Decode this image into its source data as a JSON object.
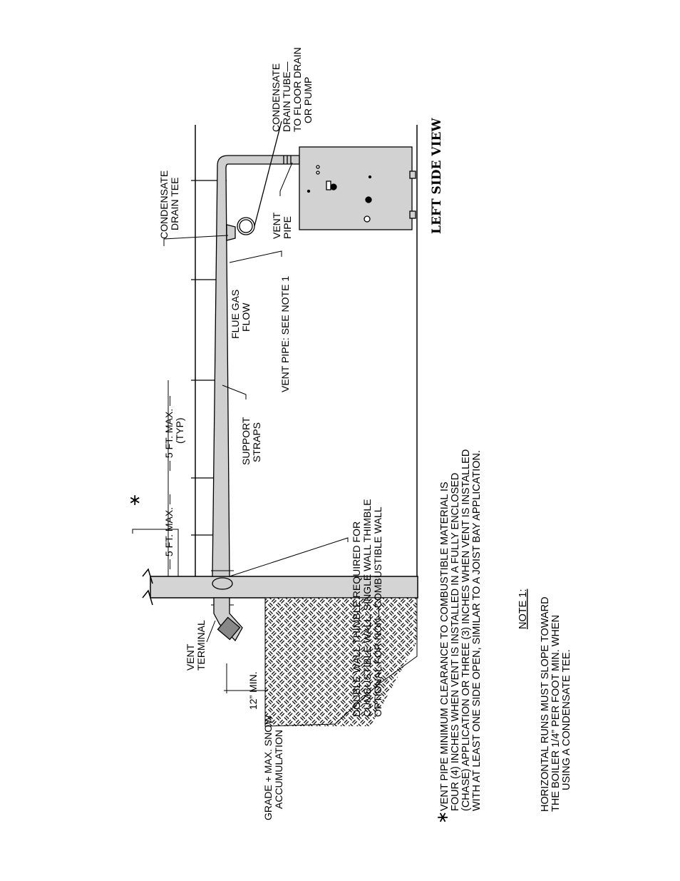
{
  "diagram": {
    "labels": {
      "condensate_drain_tube": [
        "CONDENSATE",
        "DRAIN TUBE—",
        "TO FLOOR DRAIN",
        "OR PUMP"
      ],
      "condensate_drain_tee": [
        "CONDENSATE",
        "DRAIN TEE"
      ],
      "vent_pipe": [
        "VENT",
        "PIPE"
      ],
      "flue_gas_flow": [
        "FLUE GAS",
        "FLOW"
      ],
      "see_note": "VENT PIPE: SEE NOTE 1",
      "support_straps": [
        "SUPPORT",
        "STRAPS"
      ],
      "dim_5ft_first": "— 5 FT. MAX. —",
      "dim_5ft_typ": [
        "— 5 FT. MAX. —",
        "(TYP)"
      ],
      "thimble": [
        "DOUBLE WALL THIMBLE REQUIRED FOR",
        "CUMBUSTIBLE WALL; SINGLE WALL THIMBLE",
        "OPTIONAL FOR NON—COMBUSTIBLE WALL"
      ],
      "vent_terminal": [
        "VENT",
        "TERMINAL"
      ],
      "clearance_min": "12” MIN.",
      "grade": [
        "GRADE + MAX. SNOW",
        "ACCUMULATION"
      ],
      "view_title": "LEFT SIDE VIEW",
      "asterisk": "∗"
    },
    "clearance_note": {
      "marker": "∗",
      "lines": [
        "VENT PIPE MINIMUM CLEARANCE TO COMBUSTIBLE MATERIAL IS",
        "FOUR (4) INCHES WHEN VENT IS INSTALLED IN A FULLY ENCLOSED",
        "(CHASE) APPLICATION OR THREE (3) INCHES WHEN VENT IS INSTALLED",
        "WITH AT LEAST ONE SIDE OPEN, SIMILAR TO A JOIST BAY APPLICATION."
      ]
    },
    "note1": {
      "heading": "NOTE 1:",
      "lines": [
        "HORIZONTAL RUNS MUST SLOPE TOWARD",
        "THE BOILER 1/4” PER FOOT MIN. WHEN",
        "USING A CONDENSATE TEE."
      ]
    }
  }
}
